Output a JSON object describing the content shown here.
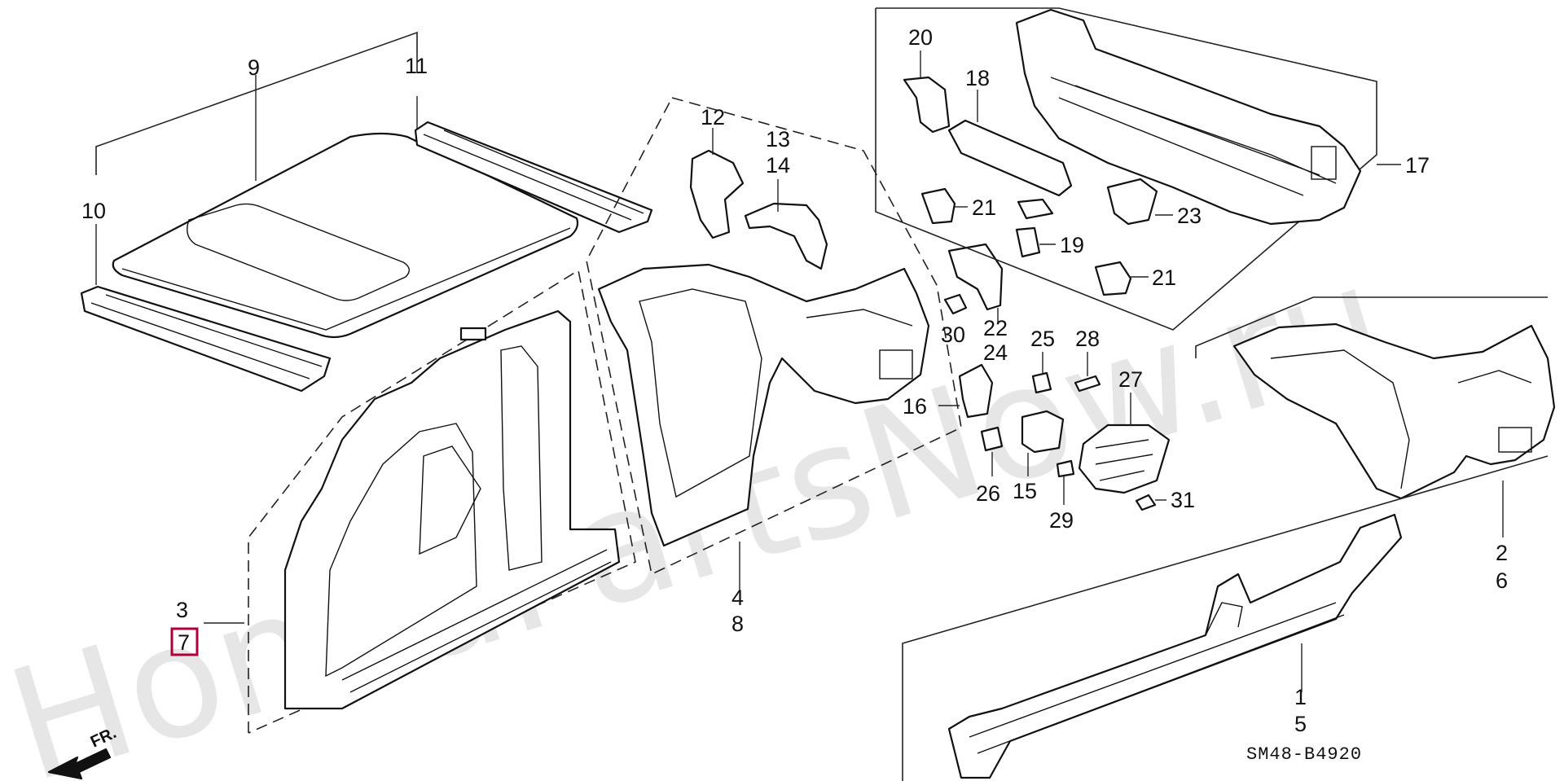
{
  "watermark": "HondaPartsNow.ru",
  "diagram_code": "SM48-B4920",
  "front_indicator": "FR.",
  "highlighted_callout": "7",
  "callouts": {
    "c1": "1",
    "c2": "2",
    "c3": "3",
    "c4": "4",
    "c5": "5",
    "c6": "6",
    "c7": "7",
    "c8": "8",
    "c9": "9",
    "c10": "10",
    "c11": "11",
    "c12": "12",
    "c13": "13",
    "c14": "14",
    "c15": "15",
    "c16": "16",
    "c17": "17",
    "c18": "18",
    "c19": "19",
    "c20": "20",
    "c21a": "21",
    "c21b": "21",
    "c22": "22",
    "c23": "23",
    "c24": "24",
    "c25": "25",
    "c26": "26",
    "c27": "27",
    "c28": "28",
    "c29": "29",
    "c30": "30",
    "c31": "31"
  }
}
